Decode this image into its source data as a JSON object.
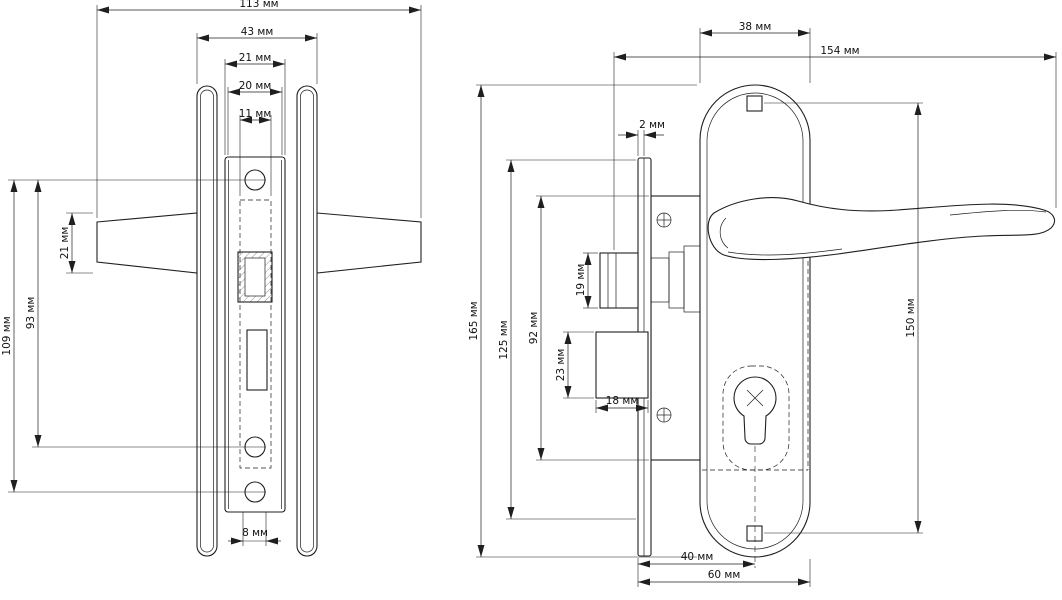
{
  "drawing": {
    "left_view": {
      "overall_width": "113 мм",
      "rose_span": "43 мм",
      "faceplate_width": "21 мм",
      "body_width": "20 мм",
      "slot_width": "11 мм",
      "handle_thickness": "21 мм",
      "screw_distance": "93 мм",
      "outer_screw_distance": "109 мм",
      "spindle_slot": "8 мм"
    },
    "front_view": {
      "plate_width": "38 мм",
      "overall_length": "154 мм",
      "faceplate_thickness": "2 мм",
      "latch_height": "19 мм",
      "deadbolt_height": "23 мм",
      "deadbolt_width": "18 мм",
      "case_height": "92 мм",
      "mount_span": "125 мм",
      "plate_height": "165 мм",
      "screw_distance": "150 мм",
      "cylinder_offset": "40 мм",
      "plate_depth": "60 мм"
    }
  }
}
